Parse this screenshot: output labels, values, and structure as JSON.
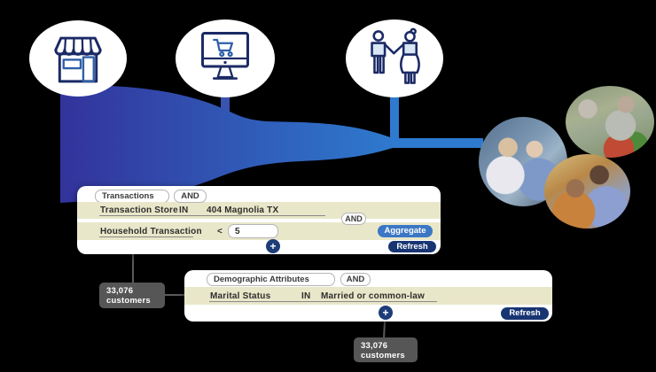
{
  "icons": {
    "store": "storefront-icon",
    "ecommerce": "ecommerce-monitor-cart-icon",
    "household": "couple-icon",
    "add": "+"
  },
  "transactions_panel": {
    "segment": "Transactions",
    "and1": "AND",
    "and2": "AND",
    "filter1": {
      "field": "Transaction Store",
      "op": "IN",
      "value": "404 Magnolia TX"
    },
    "filter2": {
      "field": "Household Transaction",
      "op": "<",
      "value": "5"
    },
    "aggregate": "Aggregate",
    "refresh": "Refresh",
    "add": "+"
  },
  "demographics_panel": {
    "segment": "Demographic Attributes",
    "and": "AND",
    "filter1": {
      "field": "Marital Status",
      "op": "IN",
      "value": "Married or common-law"
    },
    "refresh": "Refresh",
    "add": "+"
  },
  "count_left": {
    "value": "33,076",
    "label": "customers"
  },
  "count_bottom": {
    "value": "33,076",
    "label": "customers"
  },
  "colors": {
    "background": "#000000",
    "funnel_gradient_start": "#33339b",
    "funnel_gradient_end": "#2e7ace",
    "stem_blue": "#2e7ace",
    "panel_bg": "#ffffff",
    "row_beige": "#e9e7c9",
    "aggregate_blue": "#3b77c5",
    "refresh_navy": "#183572",
    "plus_navy": "#1d3c78",
    "count_badge_grey": "#565656",
    "icon_navy": "#1b2a66",
    "icon_blue": "#2e5fa8",
    "connector_grey": "#5a5a5a"
  }
}
